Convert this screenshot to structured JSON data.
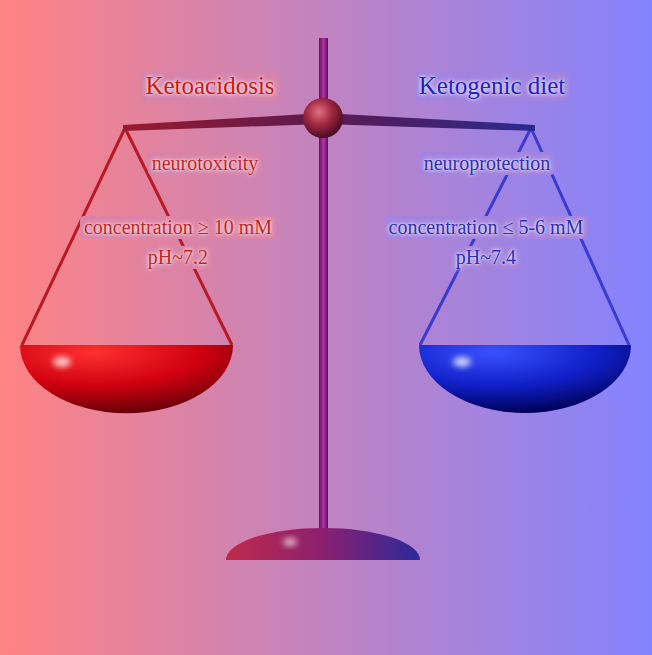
{
  "diagram": {
    "labels": [
      "Ketoacidosis",
      "Ketogenic diet",
      "neurotoxicity",
      "neuroprotection",
      "concentration ≥ 10 mM",
      "pH~7.2",
      "concentration ≤ 5-6 mM",
      "pH~7.4"
    ]
  }
}
